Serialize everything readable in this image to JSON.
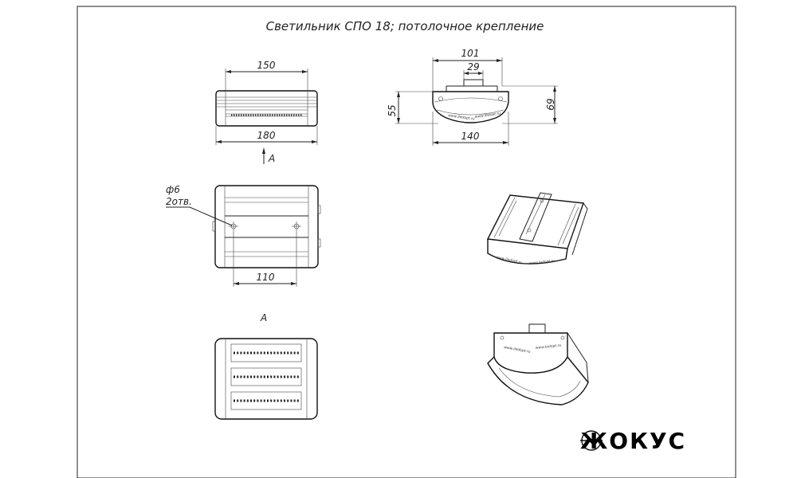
{
  "sheet": {
    "title": "Светильник СПО 18; потолочное крепление",
    "brand": "ЖОКУС"
  },
  "front_view": {
    "dim_top": "150",
    "dim_bottom": "180",
    "view_arrow": "А"
  },
  "side_view": {
    "dim_top": "101",
    "dim_mount": "29",
    "dim_left": "55",
    "dim_right": "69",
    "dim_bottom": "140"
  },
  "top_view": {
    "hole_label": "ф6",
    "hole_count": "2отв.",
    "dim_bottom": "110"
  },
  "view_a": {
    "label": "А"
  },
  "marking": {
    "left": "www.iledopt.ru",
    "right": "www.ledopt.ru"
  }
}
